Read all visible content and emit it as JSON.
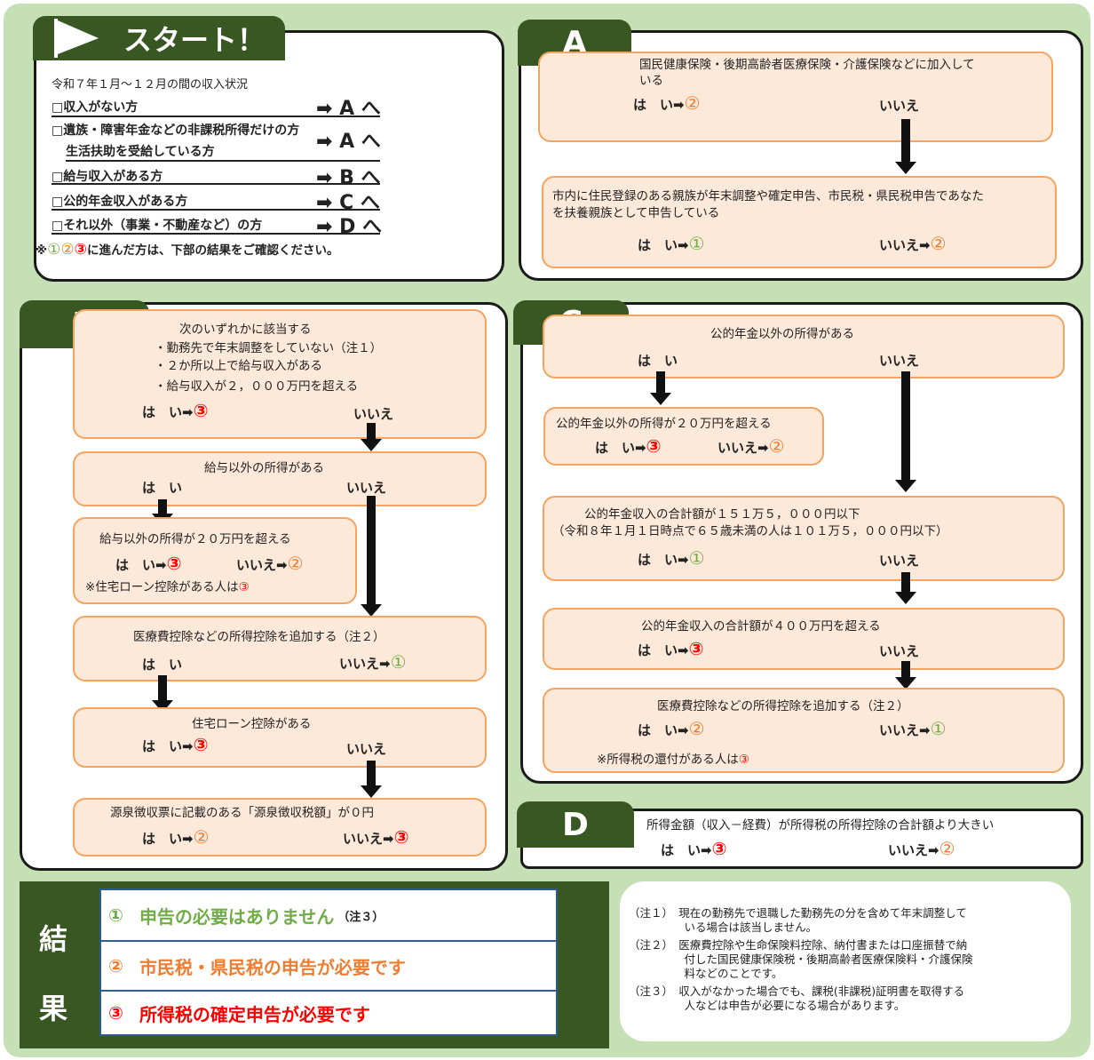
{
  "colors": {
    "green_dark": "#385723",
    "bg_green": "#c5e0b4",
    "box_fill": "#fde9d9",
    "box_border": "#f4a460",
    "result1": "#70ad47",
    "result2": "#ed7d31",
    "result3": "#ff0000"
  },
  "start": {
    "title": "スタート！",
    "period": "令和７年１月～１２月の間の収入状況",
    "rows": [
      {
        "label": "□収入がない方",
        "target": "➡ A へ"
      },
      {
        "label": "□遺族・障害年金などの非課税所得だけの方",
        "label2": "生活扶助を受給している方",
        "target": "➡ A へ"
      },
      {
        "label": "□給与収入がある方",
        "target": "➡ B へ"
      },
      {
        "label": "□公的年金収入がある方",
        "target": "➡ C へ"
      },
      {
        "label": "□それ以外（事業・不動産など）の方",
        "target": "➡ D へ"
      }
    ],
    "note_prefix": "※",
    "note_n1": "①",
    "note_n2": "②",
    "note_n3": "③",
    "note_suffix": "に進んだ方は、下部の結果をご確認ください。"
  },
  "A": {
    "tab": "A",
    "q1": "国民健康保険・後期高齢者医療保険・介護保険などに加入して",
    "q1b": "いる",
    "q1_yes": "は　い➡",
    "q1_yes_r": "②",
    "q1_no": "いいえ",
    "q2": "市内に住民登録のある親族が年末調整や確定申告、市民税・県民税申告であなた",
    "q2b": "を扶養親族として申告している",
    "q2_yes": "は　い➡",
    "q2_yes_r": "①",
    "q2_no": "いいえ➡",
    "q2_no_r": "②"
  },
  "B": {
    "tab": "B",
    "q1": "次のいずれかに該当する",
    "q1_items": [
      "・勤務先で年末調整をしていない（注１）",
      "・２か所以上で給与収入がある",
      "・給与収入が２，０００万円を超える"
    ],
    "q1_yes": "は　い➡",
    "q1_yes_r": "③",
    "q1_no": "いいえ",
    "q2": "給与以外の所得がある",
    "q2_yes": "は　い",
    "q2_no": "いいえ",
    "q3": "給与以外の所得が２０万円を超える",
    "q3_yes": "は　い➡",
    "q3_yes_r": "③",
    "q3_no": "いいえ➡",
    "q3_no_r": "②",
    "q3_note": "※住宅ローン控除がある人は",
    "q3_note_r": "③",
    "q4": "医療費控除などの所得控除を追加する（注２）",
    "q4_yes": "は　い",
    "q4_no": "いいえ➡",
    "q4_no_r": "①",
    "q5": "住宅ローン控除がある",
    "q5_yes": "は　い➡",
    "q5_yes_r": "③",
    "q5_no": "いいえ",
    "q6": "源泉徴収票に記載のある「源泉徴収税額」が０円",
    "q6_yes": "は　い➡",
    "q6_yes_r": "②",
    "q6_no": "いいえ➡",
    "q6_no_r": "③"
  },
  "C": {
    "tab": "C",
    "q1": "公的年金以外の所得がある",
    "q1_yes": "は　い",
    "q1_no": "いいえ",
    "q2": "公的年金以外の所得が２０万円を超える",
    "q2_yes": "は　い➡",
    "q2_yes_r": "③",
    "q2_no": "いいえ➡",
    "q2_no_r": "②",
    "q3": "公的年金収入の合計額が１５１万５，０００円以下",
    "q3b": "（令和８年１月１日時点で６５歳未満の人は１０１万５，０００円以下）",
    "q3_yes": "は　い➡",
    "q3_yes_r": "①",
    "q3_no": "いいえ",
    "q4": "公的年金収入の合計額が４００万円を超える",
    "q4_yes": "は　い➡",
    "q4_yes_r": "③",
    "q4_no": "いいえ",
    "q5": "医療費控除などの所得控除を追加する（注２）",
    "q5_yes": "は　い➡",
    "q5_yes_r": "②",
    "q5_no": "いいえ➡",
    "q5_no_r": "①",
    "q5_note": "※所得税の還付がある人は",
    "q5_note_r": "③"
  },
  "D": {
    "tab": "D",
    "q1": "所得金額（収入－経費）が所得税の所得控除の合計額より大きい",
    "q1_yes": "は　い➡",
    "q1_yes_r": "③",
    "q1_no": "いいえ➡",
    "q1_no_r": "②"
  },
  "results": {
    "label_top": "結",
    "label_bottom": "果",
    "r1_num": "①",
    "r1": "申告の必要はありません",
    "r1_note": "（注３）",
    "r2_num": "②",
    "r2": "市民税・県民税の申告が必要です",
    "r3_num": "③",
    "r3": "所得税の確定申告が必要です"
  },
  "notes": [
    "（注１）　現在の勤務先で退職した勤務先の分を含めて年末調整して",
    "　　　　　いる場合は該当しません。",
    "（注２）　医療費控除や生命保険料控除、納付書または口座振替で納",
    "　　　　　付した国民健康保険税・後期高齢者医療保険料・介護保険",
    "　　　　　料などのことです。",
    "（注３）　収入がなかった場合でも、課税(非課税)証明書を取得する",
    "　　　　　人などは申告が必要になる場合があります。"
  ]
}
